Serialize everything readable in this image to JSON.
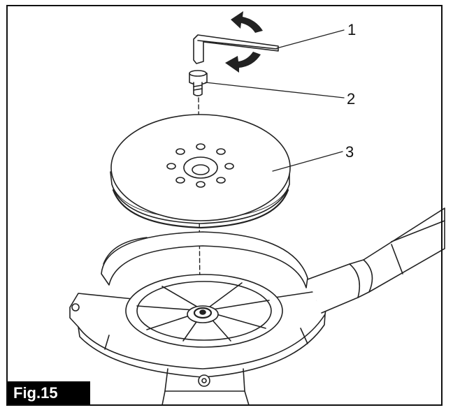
{
  "figure": {
    "label": "Fig.15",
    "callouts": [
      {
        "number": "1",
        "part": "hex-wrench"
      },
      {
        "number": "2",
        "part": "bolt"
      },
      {
        "number": "3",
        "part": "sanding-pad"
      }
    ]
  },
  "colors": {
    "line": "#222222",
    "background": "#ffffff",
    "label_bg": "#000000",
    "label_text": "#ffffff"
  }
}
